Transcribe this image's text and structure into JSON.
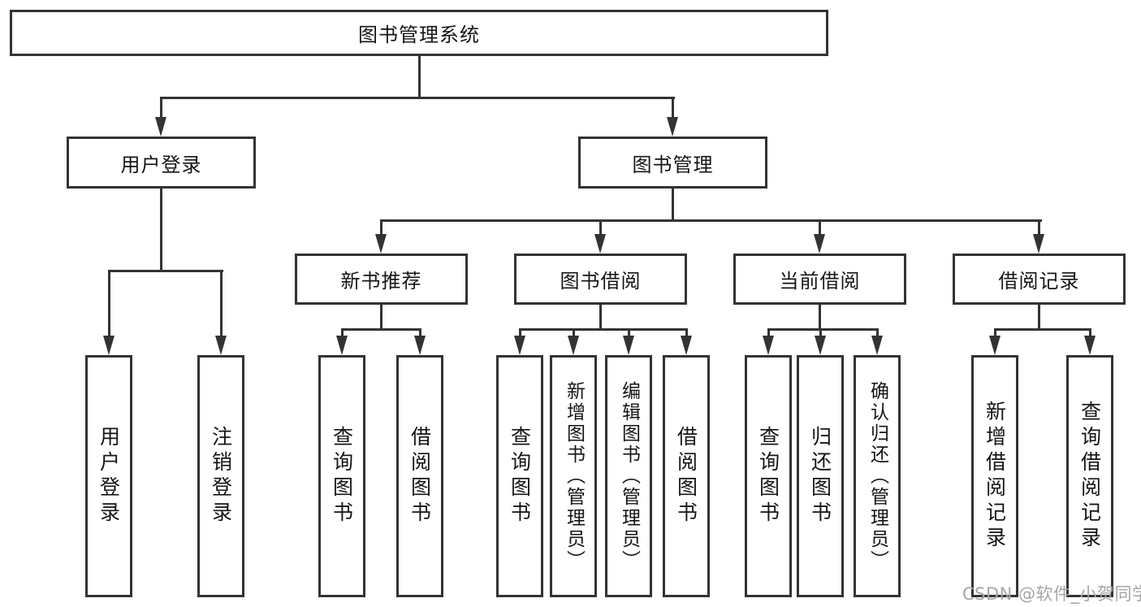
{
  "diagram": {
    "root": {
      "label": "图书管理系统",
      "children": [
        {
          "label": "用户登录",
          "children": [
            {
              "label": "用户登录"
            },
            {
              "label": "注销登录"
            }
          ]
        },
        {
          "label": "图书管理",
          "children": [
            {
              "label": "新书推荐",
              "children": [
                {
                  "label": "查询图书"
                },
                {
                  "label": "借阅图书"
                }
              ]
            },
            {
              "label": "图书借阅",
              "children": [
                {
                  "label": "查询图书"
                },
                {
                  "label": "新增图书（管理员）"
                },
                {
                  "label": "编辑图书（管理员）"
                },
                {
                  "label": "借阅图书"
                }
              ]
            },
            {
              "label": "当前借阅",
              "children": [
                {
                  "label": "查询图书"
                },
                {
                  "label": "归还图书"
                },
                {
                  "label": "确认归还（管理员）"
                }
              ]
            },
            {
              "label": "借阅记录",
              "children": [
                {
                  "label": "新增借阅记录"
                },
                {
                  "label": "查询借阅记录"
                }
              ]
            }
          ]
        }
      ]
    }
  },
  "watermark": {
    "text": "CSDN @软件_小贺同学"
  },
  "colors": {
    "line": "#333333",
    "box_border": "#333333",
    "box_background": "#ffffff",
    "text": "#151515",
    "watermark": "#a6a6a6",
    "page_background": "#ffffff"
  }
}
